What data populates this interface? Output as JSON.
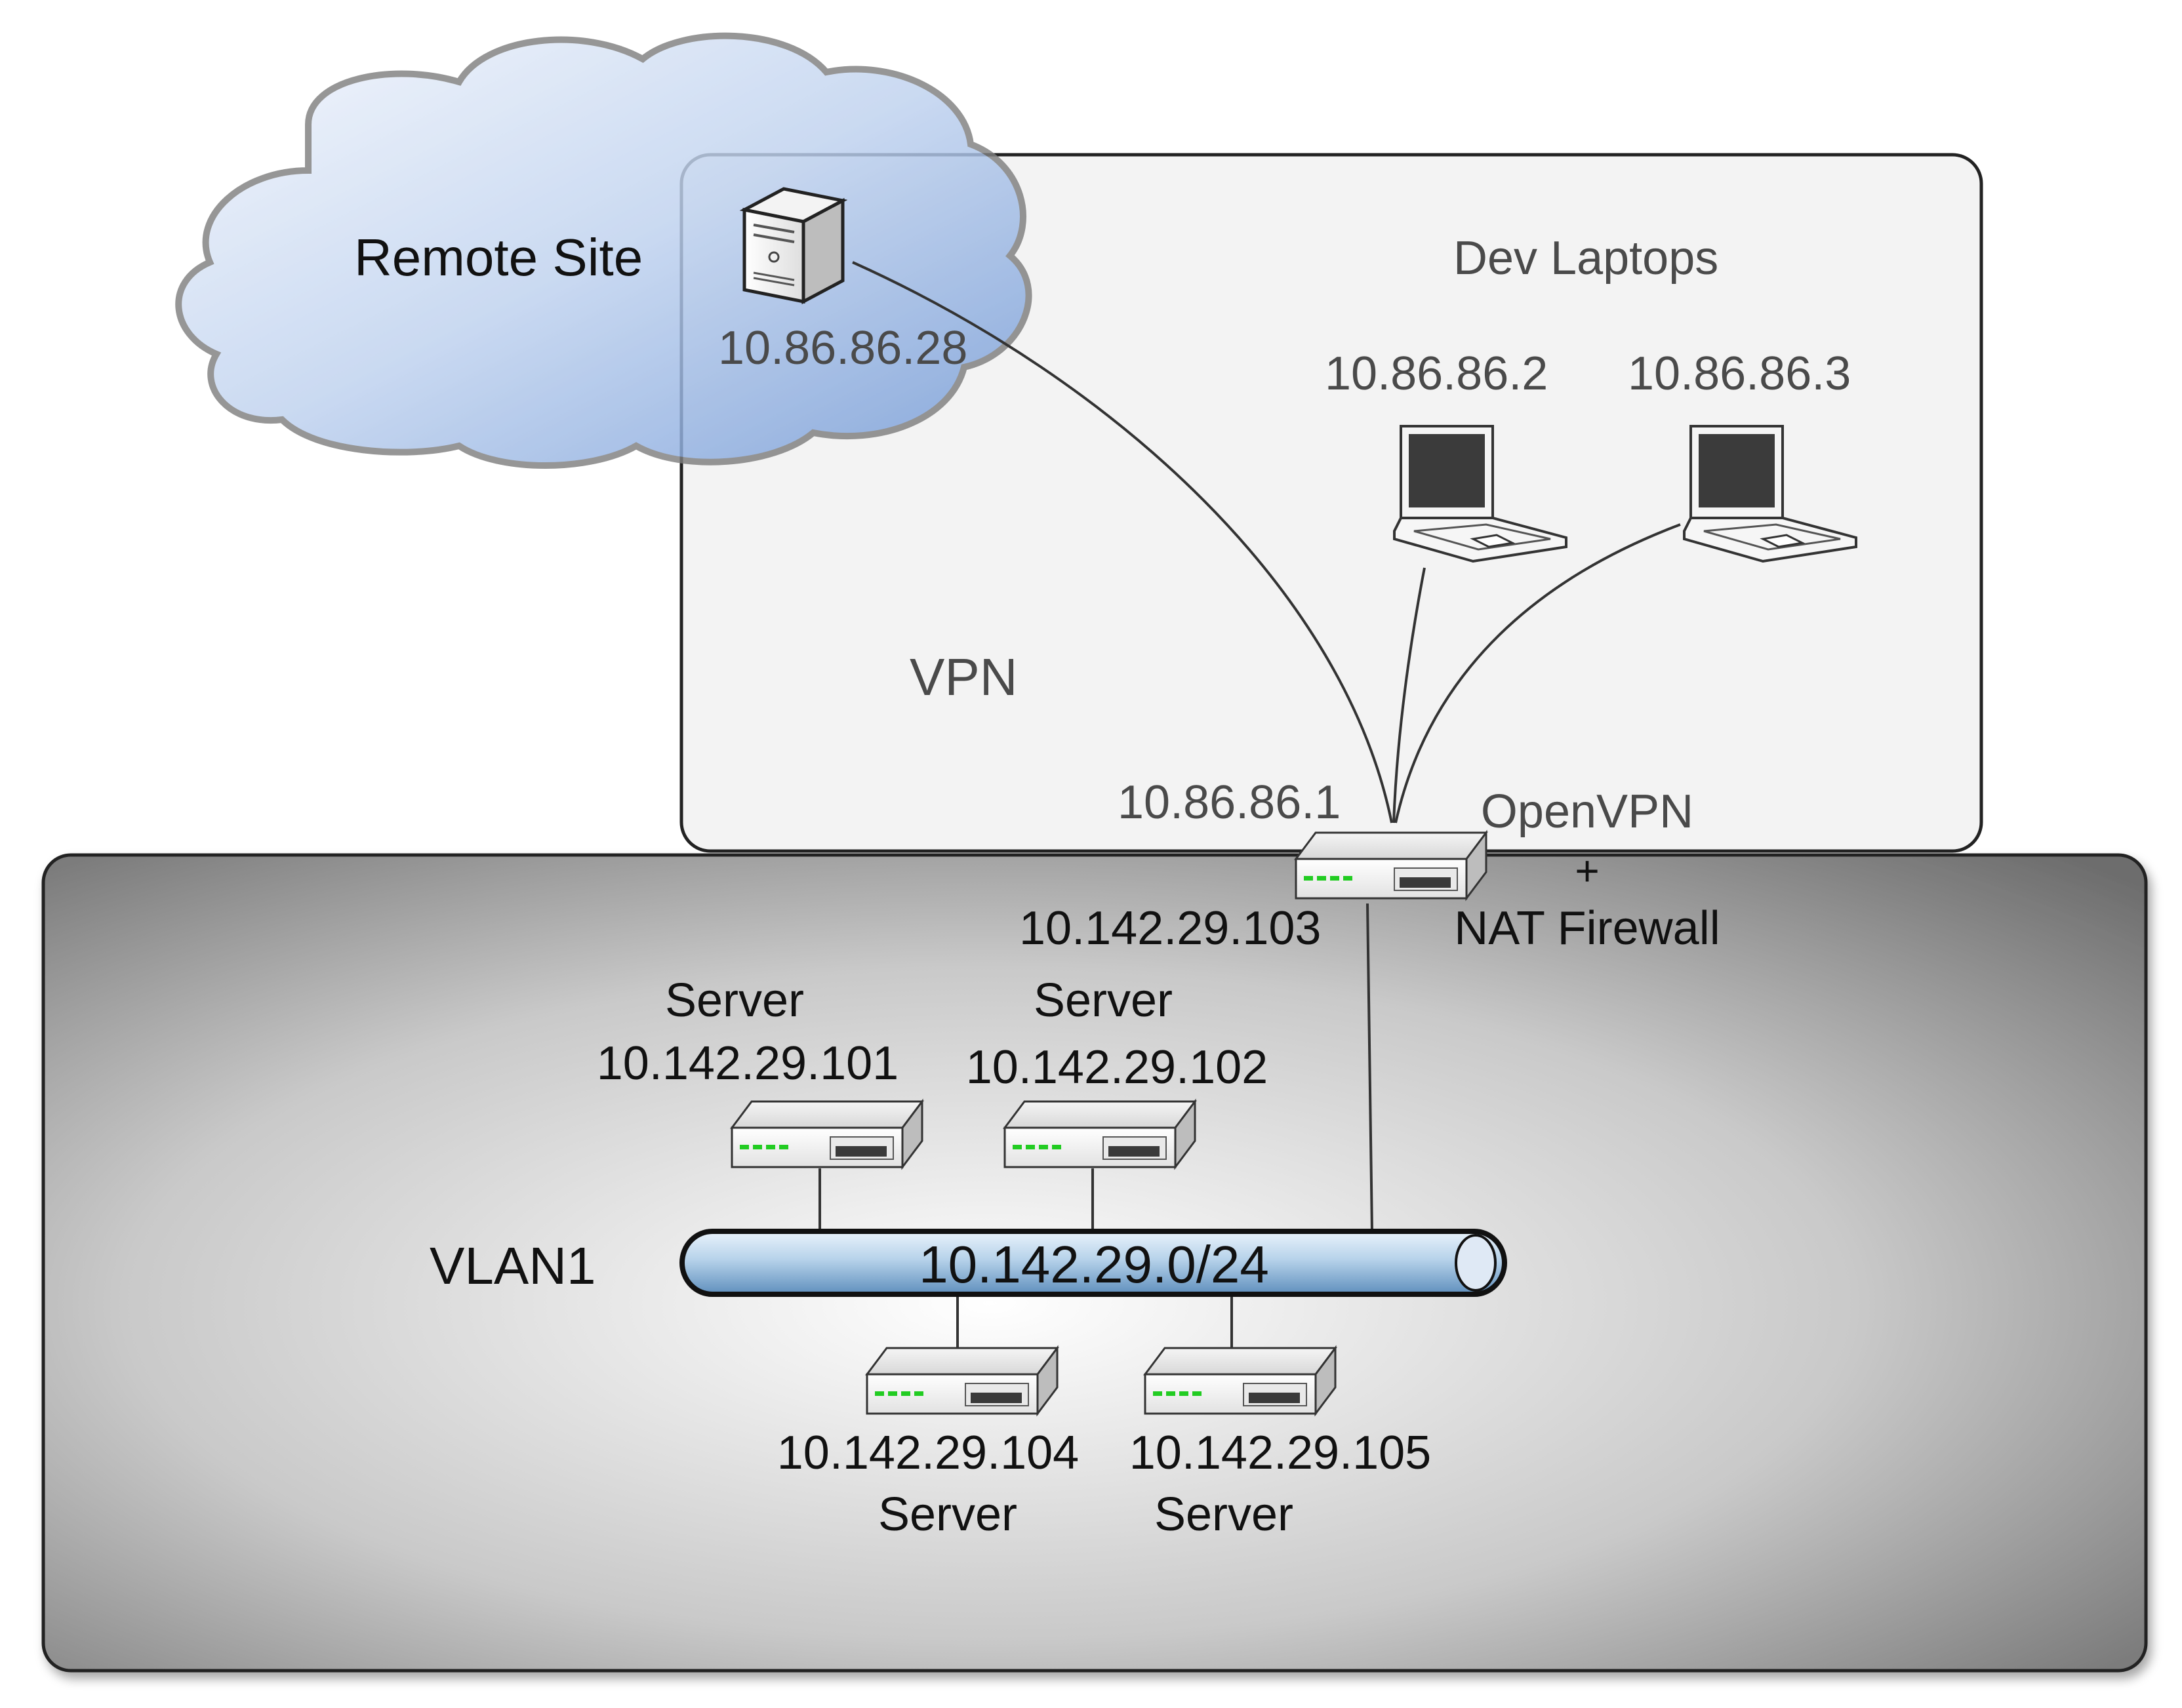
{
  "diagram": {
    "remote_site": {
      "label": "Remote Site"
    },
    "vpn_zone": {
      "label": "VPN"
    },
    "dev_laptops": {
      "title": "Dev Laptops",
      "laptops": [
        {
          "ip": "10.86.86.2"
        },
        {
          "ip": "10.86.86.3"
        }
      ]
    },
    "remote_server": {
      "ip": "10.86.86.28"
    },
    "gateway": {
      "vpn_ip": "10.86.86.1",
      "lan_ip": "10.142.29.103",
      "role_line1": "OpenVPN",
      "role_line2": "+",
      "role_line3": "NAT Firewall"
    },
    "vlan": {
      "label": "VLAN1",
      "subnet": "10.142.29.0/24"
    },
    "servers": [
      {
        "kind": "Server",
        "ip": "10.142.29.101"
      },
      {
        "kind": "Server",
        "ip": "10.142.29.102"
      },
      {
        "kind": "Server",
        "ip": "10.142.29.104"
      },
      {
        "kind": "Server",
        "ip": "10.142.29.105"
      }
    ],
    "colors": {
      "cloud_fill_light": "#e6eefa",
      "cloud_fill_dark": "#7fa4dc",
      "vpn_panel": "#f3f3f3",
      "lan_panel_center": "#ffffff",
      "lan_panel_edge": "#7a7a7a",
      "pipe_blue": "#a9c8e6",
      "led_green": "#22cc22"
    }
  }
}
